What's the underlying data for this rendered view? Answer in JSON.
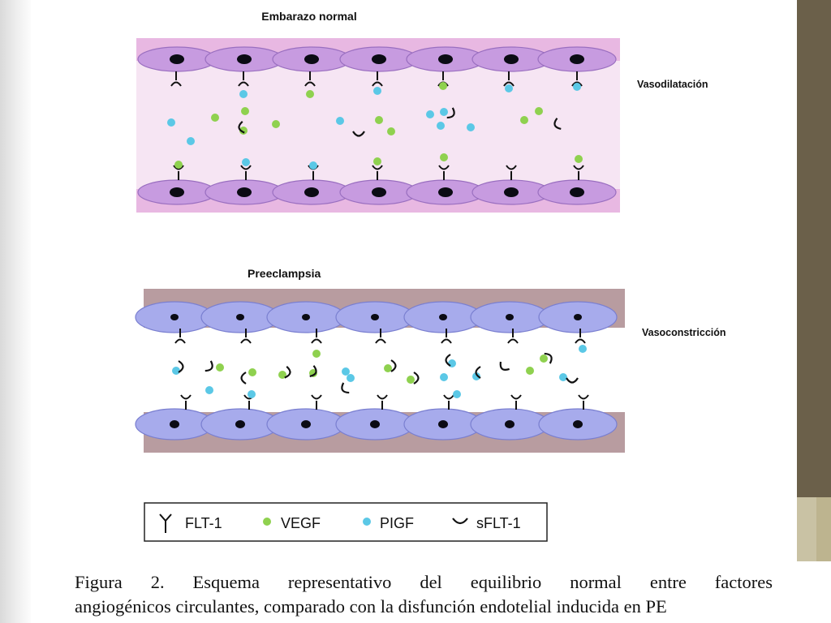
{
  "panels": {
    "normal": {
      "title": "Embarazo normal",
      "side_label": "Vasodilatación"
    },
    "pe": {
      "title": "Preeclampsia",
      "side_label": "Vasoconstricción"
    }
  },
  "legend": {
    "items": [
      {
        "symbol": "flt1-receptor",
        "label": "FLT-1"
      },
      {
        "symbol": "vegf-dot",
        "label": "VEGF"
      },
      {
        "symbol": "pigf-dot",
        "label": "PIGF"
      },
      {
        "symbol": "sflt1-arc",
        "label": "sFLT-1"
      }
    ]
  },
  "caption": {
    "line1": "Figura 2. Esquema representativo del equilibrio normal entre factores",
    "line2": "angiogénicos circulantes, comparado con la disfunción endotelial inducida en PE"
  },
  "colors": {
    "vegf": "#8fd14f",
    "pigf": "#5bc8e6",
    "normal_band": "#e8b8e2",
    "normal_cell": "#c79be0",
    "pe_band": "#b89ca0",
    "pe_cell": "#a7abec",
    "nucleus": "#0b0b14",
    "sidebar_dark": "#6b604a",
    "sidebar_light": "#c9c2a4"
  }
}
